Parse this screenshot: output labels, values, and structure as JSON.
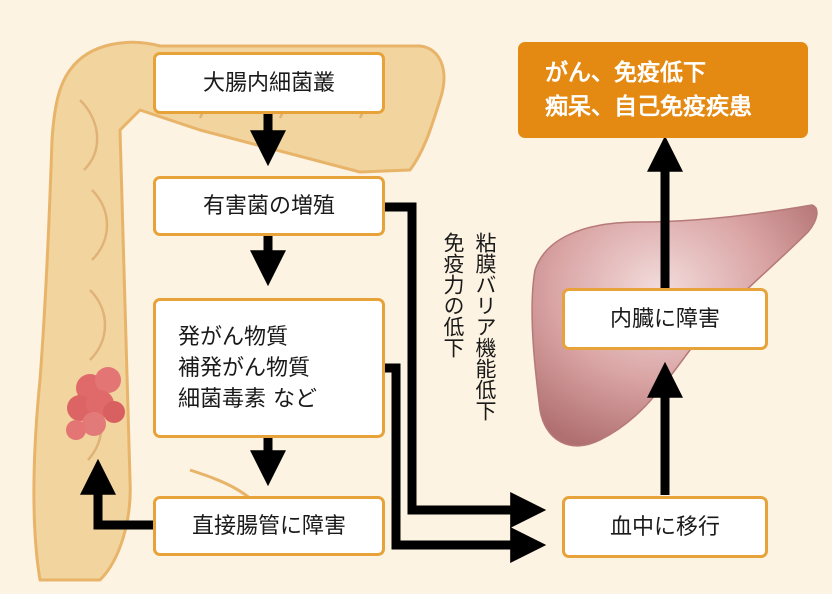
{
  "boxes": {
    "gut_flora": "大腸内細菌叢",
    "harmful_bacteria": "有害菌の増殖",
    "carcinogens": [
      "発がん物質",
      "補発がん物質",
      "細菌毒素 など"
    ],
    "intestinal_damage": "直接腸管に障害",
    "bloodstream": "血中に移行",
    "organ_damage": "内臓に障害",
    "outcome": [
      "がん、免疫低下",
      "痴呆、自己免疫疾患"
    ]
  },
  "labels": {
    "mucosal_barrier": "粘膜バリア機能低下",
    "immunity": "免疫力の低下"
  },
  "colors": {
    "background": "#fdf3e2",
    "intestine": "#f2d49e",
    "box_border": "#e8a23a",
    "outcome_fill": "#e48a12",
    "liver": "#c98a8a",
    "polyp": "#e06a6a",
    "arrow": "#000000"
  },
  "icons": [
    "large-intestine-illustration",
    "liver-illustration",
    "polyp-illustration"
  ]
}
